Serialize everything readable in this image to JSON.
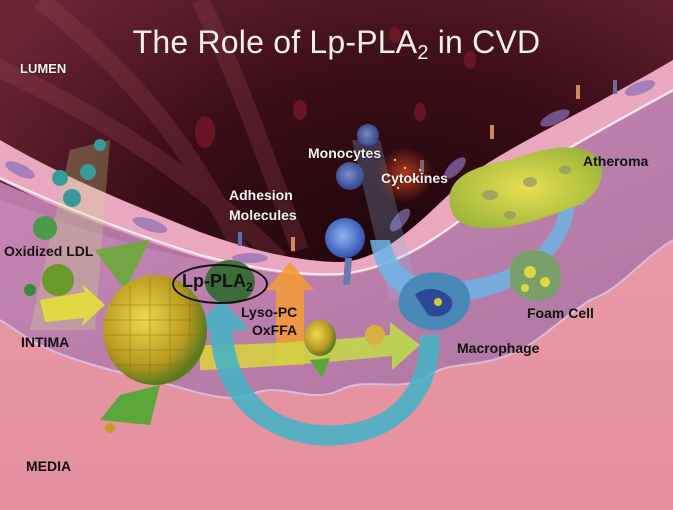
{
  "title": {
    "prefix": "The Role of Lp-PLA",
    "subscript": "2",
    "suffix": " in CVD"
  },
  "regions": {
    "lumen": "LUMEN",
    "intima": "INTIMA",
    "media": "MEDIA"
  },
  "labels": {
    "oxidized_ldl": "Oxidized LDL",
    "adhesion_line1": "Adhesion",
    "adhesion_line2": "Molecules",
    "monocytes": "Monocytes",
    "cytokines": "Cytokines",
    "atheroma": "Atheroma",
    "lyso_pc": "Lyso-PC",
    "oxffa": "OxFFA",
    "foam_cell": "Foam Cell",
    "macrophage": "Macrophage",
    "lp_pla2_prefix": "Lp-PLA",
    "lp_pla2_subscript": "2"
  },
  "colors": {
    "lumen": "#3a0f18",
    "endothelium": "#e9a6bf",
    "intima": "#b07aa6",
    "media": "#e99aa6",
    "ldl_green": "#5fa83a",
    "lipid_yellow": "#d8c23a",
    "monocyte_blue": "#4a7fd8",
    "pathway_cyan": "#45b3c6",
    "arrow_orange": "#f29a3a",
    "arrow_lightblue": "#6db3e6"
  }
}
